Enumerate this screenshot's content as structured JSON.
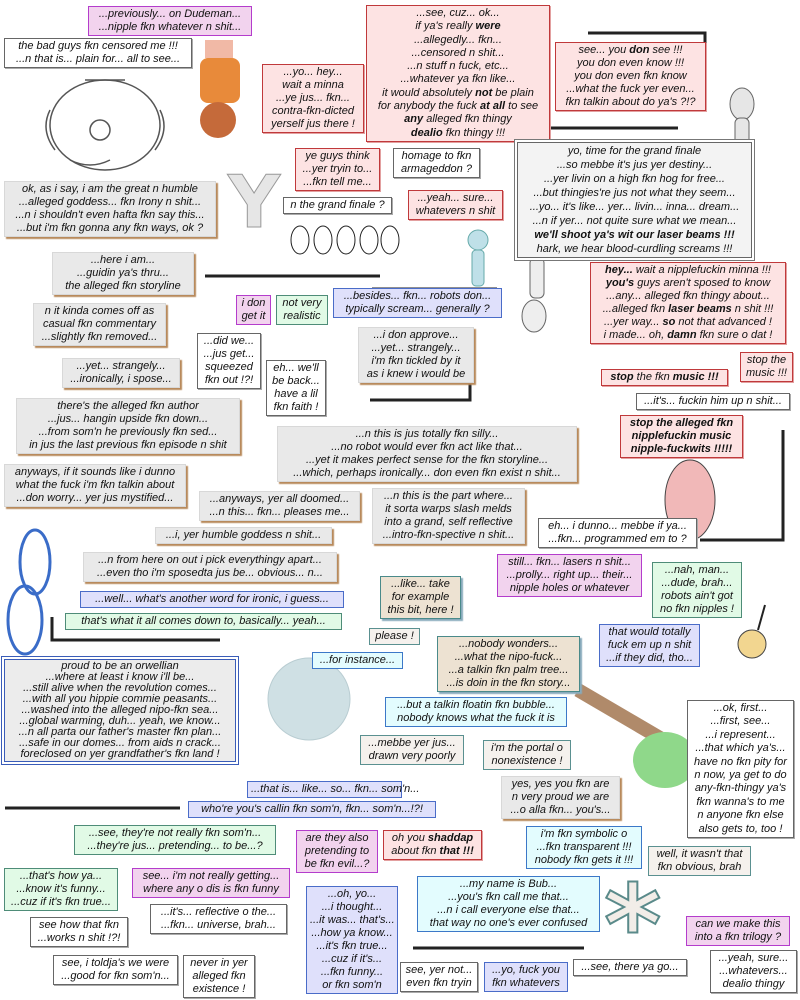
{
  "decor": {
    "y_glyph": "Y",
    "asterisk_glyph": "*"
  },
  "bubbles": [
    {
      "style": "mag",
      "lines": [
        "...previously... on Dudeman...",
        "...nipple fkn whatever n shit..."
      ]
    },
    {
      "style": "white",
      "lines": [
        "the bad guys fkn censored me !!!",
        "...n that is... plain for... all to see..."
      ]
    },
    {
      "style": "pink",
      "lines": [
        "...yo... hey...",
        "wait a minna",
        "...ye jus... fkn...",
        "contra-fkn-dicted",
        "yerself jus there !"
      ]
    },
    {
      "style": "pink",
      "lines": [
        "...see, cuz... ok...",
        [
          "if ya's really ",
          "were"
        ],
        "...allegedly... fkn...",
        "...censored n shit...",
        "...n stuff n fuck, etc...",
        "...whatever ya fkn like...",
        [
          "it would absolutely ",
          "not",
          " be plain"
        ],
        [
          "for anybody the fuck ",
          "at all",
          " to see"
        ],
        [
          "",
          "any",
          " alleged fkn thingy"
        ],
        [
          "",
          "dealio",
          " fkn thingy !!!"
        ]
      ]
    },
    {
      "style": "pink",
      "lines": [
        [
          "see... you ",
          "don",
          " see !!!"
        ],
        "you don even know !!!",
        "you don even fkn know",
        "...what the fuck yer even...",
        "fkn talkin about do ya's ?!?"
      ]
    },
    {
      "style": "white",
      "lines": [
        "homage to fkn",
        "armageddon ?"
      ]
    },
    {
      "style": "pink",
      "lines": [
        "...yeah... sure...",
        "whatevers n shit"
      ]
    },
    {
      "style": "pink",
      "lines": [
        "ye guys think",
        "...yer tryin to...",
        "...fkn tell me..."
      ]
    },
    {
      "style": "white",
      "lines": [
        "n the grand finale ?"
      ]
    },
    {
      "style": "gray",
      "lines": [
        "yo, time for the grand finale",
        "...so mebbe it's jus yer destiny...",
        "...yer livin on a high fkn hog for free...",
        "...but thingies're jus not what they seem...",
        "...yo... it's like... yer... livin... inna... dream...",
        "...n if yer... not quite sure what we mean...",
        [
          "",
          "we'll shoot ya's wit our laser beams !!!",
          ""
        ],
        "hark, we hear blood-curdling screams !!!"
      ]
    },
    {
      "style": "brown",
      "lines": [
        "ok, as i say, i am the great n humble",
        "...alleged goddess... fkn Irony n shit...",
        "...n i shouldn't even hafta fkn say this...",
        "...but i'm fkn gonna any fkn ways, ok ?"
      ]
    },
    {
      "style": "brown",
      "lines": [
        "...here i am...",
        "...guidin ya's thru...",
        "the alleged fkn storyline"
      ]
    },
    {
      "style": "brown",
      "lines": [
        "n it kinda comes off as",
        "casual fkn commentary",
        "...slightly fkn removed..."
      ]
    },
    {
      "style": "brown",
      "lines": [
        "...yet... strangely...",
        "...ironically, i spose..."
      ]
    },
    {
      "style": "brown",
      "lines": [
        "there's the alleged fkn author",
        "...jus... hangin upside fkn down...",
        "...from som'n he previously fkn sed...",
        "in jus the last previous fkn episode n shit"
      ]
    },
    {
      "style": "brown",
      "lines": [
        "anyways, if it sounds like i dunno",
        "what the fuck i'm fkn talkin about",
        "...don worry... yer jus mystified..."
      ]
    },
    {
      "style": "mag",
      "lines": [
        "i don",
        "get it"
      ]
    },
    {
      "style": "green",
      "lines": [
        "not very",
        "realistic"
      ]
    },
    {
      "style": "blue",
      "lines": [
        "...besides... fkn... robots don...",
        "typically scream... generally ?"
      ]
    },
    {
      "style": "white",
      "lines": [
        "...did we...",
        "...jus get...",
        "squeezed",
        "fkn out !?!"
      ]
    },
    {
      "style": "white",
      "lines": [
        "eh... we'll",
        "be back...",
        "have a lil",
        "fkn faith !"
      ]
    },
    {
      "style": "brown",
      "lines": [
        "...i don approve...",
        "...yet... strangely...",
        "i'm fkn tickled by it",
        "as i knew i would be"
      ]
    },
    {
      "style": "brown",
      "lines": [
        "...n this is jus totally fkn silly...",
        "...no robot would ever fkn act like that...",
        "...yet it makes perfect sense for the fkn storyline...",
        "...which, perhaps ironically... don even fkn exist n shit..."
      ]
    },
    {
      "style": "pink",
      "lines": [
        [
          "",
          "hey...",
          " wait a nipplefuckin minna !!!"
        ],
        [
          "",
          "you's",
          " guys aren't sposed to know"
        ],
        "...any... alleged fkn thingy about...",
        [
          "...alleged fkn ",
          "laser beams",
          " n shit !!!"
        ],
        [
          "...yer way... ",
          "so",
          " not that advanced !"
        ],
        [
          "i made... oh, ",
          "damn",
          " fkn sure o dat !"
        ]
      ]
    },
    {
      "style": "pink",
      "lines": [
        "stop the",
        "music !!!"
      ]
    },
    {
      "style": "pink",
      "lines": [
        [
          "",
          "stop",
          " the fkn ",
          "music !!!"
        ]
      ]
    },
    {
      "style": "white",
      "lines": [
        "...it's... fuckin him up n shit..."
      ]
    },
    {
      "style": "pink",
      "lines": [
        [
          "",
          "stop the alleged fkn"
        ],
        [
          "",
          "nipplefuckin music"
        ],
        [
          "",
          "nipple-fuckwits !!!!!"
        ]
      ]
    },
    {
      "style": "brown",
      "lines": [
        "...anyways, yer all doomed...",
        "...n this... fkn... pleases me..."
      ]
    },
    {
      "style": "brown",
      "lines": [
        "...n this is the part where...",
        "it sorta warps slash melds",
        "into a grand, self reflective",
        "...intro-fkn-spective n shit..."
      ]
    },
    {
      "style": "white",
      "lines": [
        "eh... i dunno... mebbe if ya...",
        "...fkn... programmed em to ?"
      ]
    },
    {
      "style": "brown",
      "lines": [
        "...i, yer humble goddess n shit..."
      ]
    },
    {
      "style": "brown",
      "lines": [
        "...n from here on out i pick everythingy apart...",
        "...even tho i'm sposedta jus be... obvious... n..."
      ]
    },
    {
      "style": "blue",
      "lines": [
        "...well... what's another word for ironic, i guess..."
      ]
    },
    {
      "style": "green",
      "lines": [
        "that's what it all comes down to, basically... yeah..."
      ]
    },
    {
      "style": "orw",
      "lines": [
        "proud to be an orwellian",
        "...where at least i know i'll be...",
        "...still alive when the revolution comes...",
        "...with all you hippie commie peasants...",
        "...washed into the alleged nipo-fkn sea...",
        "...global warming, duh... yeah, we know...",
        "...n all parta our father's master fkn plan...",
        "...safe in our domes... from aids n crack...",
        "foreclosed on yer grandfather's fkn land !"
      ]
    },
    {
      "style": "mag",
      "lines": [
        "still... fkn... lasers n shit...",
        "...prolly... right up... their...",
        "nipple holes or whatever"
      ]
    },
    {
      "style": "green",
      "lines": [
        "...nah, man...",
        "...dude, brah...",
        "robots ain't got",
        "no fkn nipples !"
      ]
    },
    {
      "style": "beige",
      "lines": [
        "...like... take",
        "for example",
        "this bit, here !"
      ]
    },
    {
      "style": "off",
      "lines": [
        "please !"
      ]
    },
    {
      "style": "cyan",
      "lines": [
        "...for instance..."
      ]
    },
    {
      "style": "blue",
      "lines": [
        "that would totally",
        "fuck em up n shit",
        "...if they did, tho..."
      ]
    },
    {
      "style": "beige",
      "lines": [
        "...nobody wonders...",
        "...what the nipo-fuck...",
        "...a talkin fkn palm tree...",
        "...is doin in the fkn story..."
      ]
    },
    {
      "style": "cyan",
      "lines": [
        "...but a talkin floatin fkn bubble...",
        "nobody knows what the fuck it is"
      ]
    },
    {
      "style": "off",
      "lines": [
        "...mebbe yer jus...",
        "drawn very poorly"
      ]
    },
    {
      "style": "off",
      "lines": [
        "i'm the portal o",
        "nonexistence !"
      ]
    },
    {
      "style": "white",
      "lines": [
        "...ok, first...",
        "...first, see...",
        "...i represent...",
        "...that which ya's...",
        "have no fkn pity for",
        "n now, ya get to do",
        "any-fkn-thingy ya's",
        "fkn wanna's to me",
        "n anyone fkn else",
        "also gets to, too !"
      ]
    },
    {
      "style": "brown",
      "lines": [
        "yes, yes you fkn are",
        "n very proud we are",
        "...o alla fkn... you's..."
      ]
    },
    {
      "style": "blue",
      "lines": [
        "...that is... like... so... fkn... som'n..."
      ]
    },
    {
      "style": "blue",
      "lines": [
        "who're you's callin fkn som'n, fkn... som'n...!?!"
      ]
    },
    {
      "style": "green",
      "lines": [
        "...see, they're not really fkn som'n...",
        "...they're jus... pretending... to be...?"
      ]
    },
    {
      "style": "mag",
      "lines": [
        "are they also",
        "pretending to",
        "be fkn evil...?"
      ]
    },
    {
      "style": "pink",
      "lines": [
        [
          "oh you ",
          "shaddap"
        ],
        [
          "about fkn ",
          "that !!!"
        ]
      ]
    },
    {
      "style": "cyan",
      "lines": [
        "i'm fkn symbolic o",
        "...fkn transparent !!!",
        "nobody fkn gets it !!!"
      ]
    },
    {
      "style": "off",
      "lines": [
        "well, it wasn't that",
        "fkn obvious, brah"
      ]
    },
    {
      "style": "green",
      "lines": [
        "...that's how ya...",
        "...know it's funny...",
        "...cuz if it's fkn true..."
      ]
    },
    {
      "style": "mag",
      "lines": [
        "see... i'm not really getting...",
        "where any o dis is fkn funny"
      ]
    },
    {
      "style": "white",
      "lines": [
        "...it's... reflective o the...",
        "...fkn... universe, brah..."
      ]
    },
    {
      "style": "white",
      "lines": [
        "see how that fkn",
        "...works n shit !?!"
      ]
    },
    {
      "style": "blue",
      "lines": [
        "...oh, yo...",
        "...i thought...",
        "...it was... that's...",
        "...how ya know...",
        "...it's fkn true...",
        "...cuz if it's...",
        "...fkn funny...",
        "or fkn som'n"
      ]
    },
    {
      "style": "cyan",
      "lines": [
        "...my name is Bub...",
        "...you's fkn call me that...",
        "...n i call everyone else that...",
        "that way no one's ever confused"
      ]
    },
    {
      "style": "mag",
      "lines": [
        "can we make this",
        "into a fkn trilogy ?"
      ]
    },
    {
      "style": "white",
      "lines": [
        "see, i toldja's we were",
        "...good for fkn som'n..."
      ]
    },
    {
      "style": "white",
      "lines": [
        "never in yer",
        "alleged fkn",
        "existence !"
      ]
    },
    {
      "style": "white",
      "lines": [
        "see, yer not...",
        "even fkn tryin"
      ]
    },
    {
      "style": "blue",
      "lines": [
        "...yo, fuck you",
        "fkn whatevers"
      ]
    },
    {
      "style": "white",
      "lines": [
        "...see, there ya go..."
      ]
    },
    {
      "style": "white",
      "lines": [
        "...yeah, sure...",
        "...whatevers...",
        "dealio thingy"
      ]
    }
  ]
}
